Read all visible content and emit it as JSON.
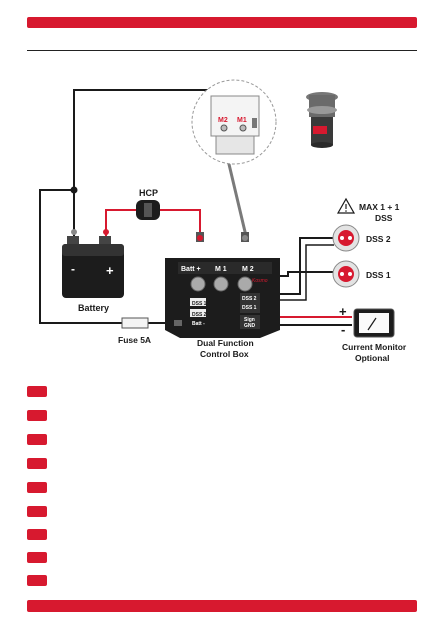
{
  "labels": {
    "hcp": "HCP",
    "battery": "Battery",
    "battery_minus": "-",
    "battery_plus": "+",
    "fuse": "Fuse 5A",
    "control_box_line1": "Dual Function",
    "control_box_line2": "Control Box",
    "batt_plus": "Batt +",
    "m1": "M 1",
    "m2": "M 2",
    "brand": "Kosmo",
    "dss1_port": "DSS 1",
    "dss2_port": "DSS 2",
    "batt_minus_port": "Batt -",
    "dss2_right": "DSS 2",
    "dss1_right": "DSS 1",
    "sign_port": "Sign",
    "gnd_port": "GND",
    "dss2": "DSS 2",
    "dss1": "DSS 1",
    "max_line1": "MAX 1 + 1",
    "max_line2": "DSS",
    "current_monitor_line1": "Current Monitor",
    "current_monitor_line2": "Optional",
    "motor_m2": "M2",
    "motor_m1": "M1",
    "plus_sign": "+",
    "minus_sign": "-"
  },
  "colors": {
    "accent": "#d7192f",
    "wire_red": "#d7192f",
    "wire_black": "#1a1a1a",
    "box": "#1c1c1c"
  },
  "icons": [
    "warning-icon",
    "gauge-icon",
    "thruster-motor-image"
  ]
}
